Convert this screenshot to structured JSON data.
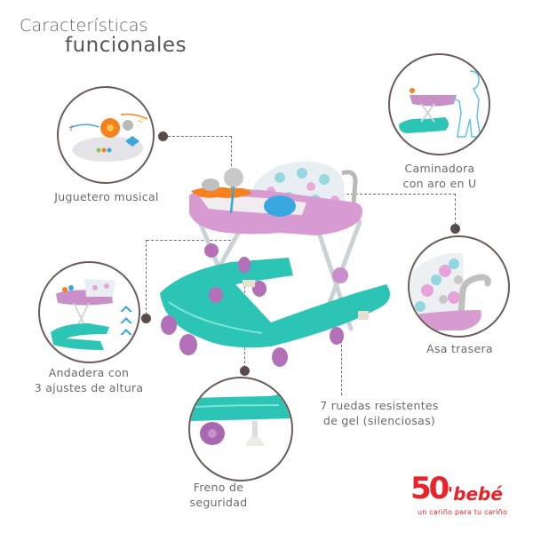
{
  "header": {
    "title_line1": "Características",
    "title_line2": "funcionales"
  },
  "features": [
    {
      "id": "musical-toy",
      "label": "Juguetero musical",
      "icon": "musical-toy-tray-icon"
    },
    {
      "id": "u-ring",
      "label_line1": "Caminadora",
      "label_line2": "con aro en U",
      "icon": "child-pushing-walker-icon"
    },
    {
      "id": "rear-handle",
      "label": "Asa trasera",
      "icon": "rear-handle-icon"
    },
    {
      "id": "height-adjust",
      "label_line1": "Andadera con",
      "label_line2": "3 ajustes de altura",
      "icon": "height-arrows-icon"
    },
    {
      "id": "brake",
      "label_line1": "Freno de",
      "label_line2": "seguridad",
      "icon": "brake-stopper-icon"
    },
    {
      "id": "wheels",
      "label_line1": "7 ruedas resistentes",
      "label_line2": "de gel (silenciosas)",
      "icon": "wheel-icon"
    }
  ],
  "brand": {
    "number": "50",
    "name": "'bebé",
    "tagline": "un cariño para tu cariño",
    "color": "#e8232a"
  },
  "colors": {
    "teal": "#2cc4b4",
    "purple": "#c98fc8",
    "pink_tray": "#d79bd2",
    "connector": "#5a4a48",
    "circle_border": "#6b5c58"
  }
}
